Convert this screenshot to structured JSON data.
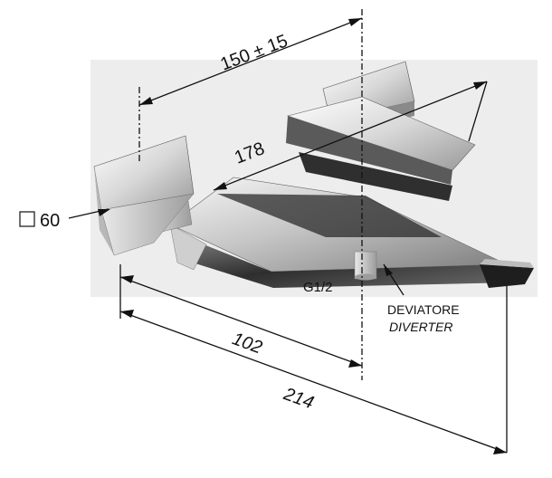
{
  "dimensions": {
    "center_distance": "150 ± 15",
    "projection": "178",
    "body_length": "102",
    "total_length": "214",
    "flange_size": "60",
    "connection": "G1/2"
  },
  "diverter": {
    "label_it": "DEVIATORE",
    "label_en": "DIVERTER"
  },
  "colors": {
    "line": "#111111",
    "backdrop": "#ededed",
    "chrome_light": "#f4f4f4",
    "chrome_mid": "#b9b9b9",
    "chrome_dark": "#3a3a3a"
  }
}
